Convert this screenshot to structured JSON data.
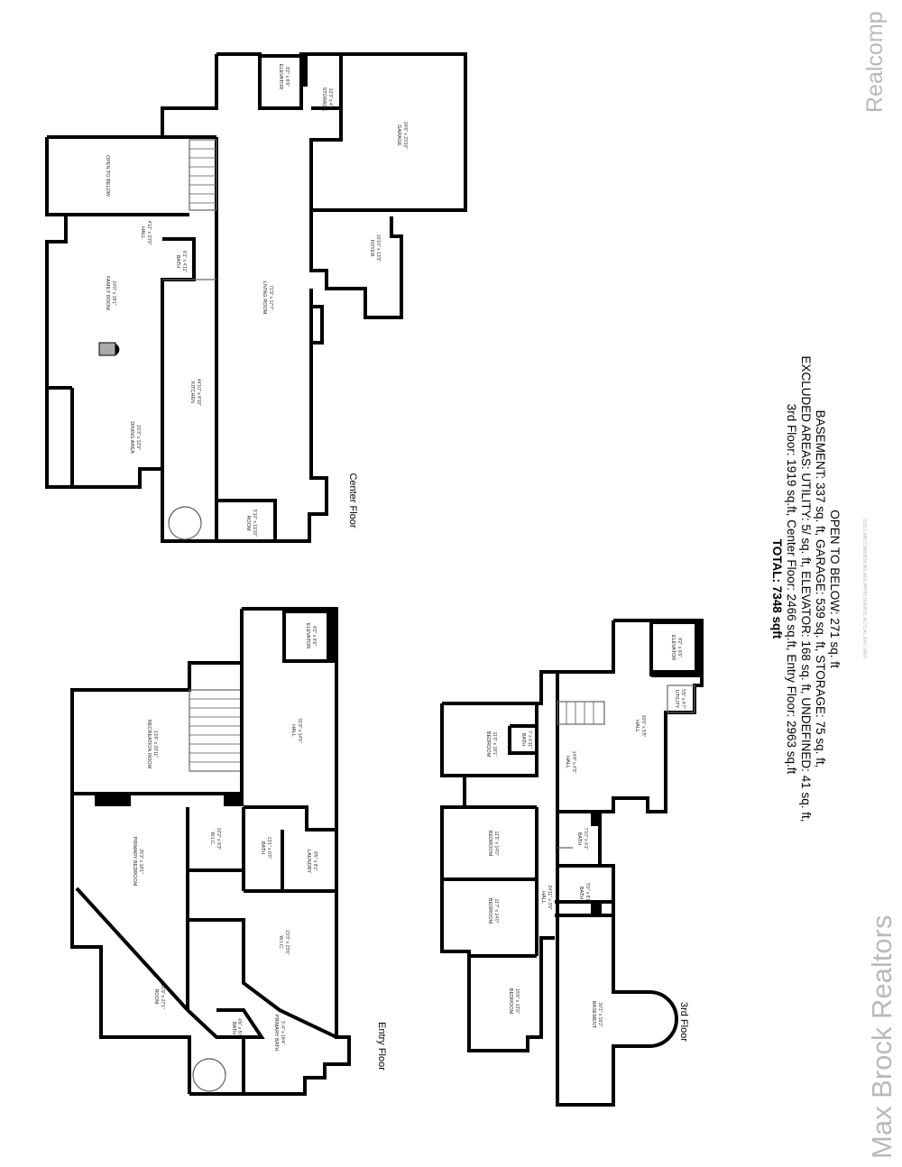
{
  "watermarks": {
    "top_right": "Realcomp",
    "bottom_left": "Max Brock Realtors"
  },
  "floors": {
    "center": "Center Floor",
    "entry": "Entry Floor",
    "third": "3rd Floor"
  },
  "totals": {
    "total": "TOTAL: 7348 sqft",
    "line1": "3rd Floor: 1919 sq.ft, Center Floor: 2466 sq.ft, Entry Floor: 2963 sq.ft",
    "line2": "EXCLUDED AREAS: UTILITY: 5/ sq. ft, ELEVATOR: 168 sq. ft, UNDEFINED: 41 sq. ft,",
    "line3": "BASEMENT: 337 sq. ft, GARAGE: 539 sq. ft, STORAGE: 75 sq. ft,",
    "line4": "OPEN TO BELOW: 271 sq. ft",
    "disclaimer": "SIZES AND DIMENSIONS ARE APPROXIMATE, ACTUAL MAY VARY."
  },
  "center_rooms": {
    "elevator": {
      "name": "ELEVATOR",
      "dim": "8'2\" x 6'6\""
    },
    "storage": {
      "name": "STORAGE",
      "dim": "10'3\" x 4'6\""
    },
    "garage": {
      "name": "GARAGE",
      "dim": "24'6\" x 23'10\""
    },
    "open": {
      "name": "OPEN TO BELOW",
      "dim": ""
    },
    "hall": {
      "name": "HALL",
      "dim": "4'11\" x 23'9\""
    },
    "bath": {
      "name": "BATH",
      "dim": "6'1\" x 4'11\""
    },
    "foyer": {
      "name": "FOYER",
      "dim": "10'10\" x 13'3\""
    },
    "living": {
      "name": "LIVING ROOM",
      "dim": "71'9\" x 17'7\""
    },
    "family": {
      "name": "FAMILY ROOM",
      "dim": "24'0\" x 18'1\""
    },
    "kitchen": {
      "name": "KITCHEN",
      "dim": "44'10\" x 8'10\""
    },
    "dining": {
      "name": "DINING AREA",
      "dim": "15'3\" x 13'9\""
    },
    "room": {
      "name": "ROOM",
      "dim": "5'10\" x 19'10\""
    }
  },
  "entry_rooms": {
    "elevator": {
      "name": "ELEVATOR",
      "dim": "8'2\" x 6'6\""
    },
    "hall": {
      "name": "HALL",
      "dim": "31'9\" x 14'5\""
    },
    "recreation": {
      "name": "RECREATION ROOM",
      "dim": "13'6\" x 29'11\""
    },
    "wic1": {
      "name": "W.I.C.",
      "dim": "10'2\" x 8'3\""
    },
    "bath": {
      "name": "BATH",
      "dim": "13'1\" x 6'0\""
    },
    "laundry": {
      "name": "LAUNDRY",
      "dim": "8'5\" x 8'1\""
    },
    "primary_bed": {
      "name": "PRIMARY BEDROOM",
      "dim": "25'3\" x 18'1\""
    },
    "wic2": {
      "name": "W.I.C.",
      "dim": "23'3\" x 23'6\""
    },
    "room": {
      "name": "ROOM",
      "dim": "16'9\" x 27'1\""
    },
    "bath2": {
      "name": "BATH",
      "dim": "4'6\" x 5'6\""
    },
    "primary_bath": {
      "name": "PRIMARY BATH",
      "dim": "3'-4\" x 18'4\""
    }
  },
  "third_rooms": {
    "elevator": {
      "name": "ELEVATOR",
      "dim": "8'2\" x 6'6\""
    },
    "utility": {
      "name": "UTILITY",
      "dim": "5'9\" x 4'7\""
    },
    "hall_big": {
      "name": "HALL",
      "dim": "30'6\" x 5'5\""
    },
    "bed1": {
      "name": "BEDROOM",
      "dim": "11'0\" x 18'1\""
    },
    "bath1": {
      "name": "BATH",
      "dim": "7' x 6'11\""
    },
    "hall_small": {
      "name": "HALL",
      "dim": "14'8\" x 4'3\""
    },
    "bed2": {
      "name": "BEDROOM",
      "dim": "11'5\" x 14'0\""
    },
    "bath2": {
      "name": "BATH",
      "dim": "7'10\" x 8'1\""
    },
    "hall_mid": {
      "name": "HALL",
      "dim": "24'11\" x 3'9\""
    },
    "bath3": {
      "name": "BATH",
      "dim": "5'0\" x 8'1\""
    },
    "bed3": {
      "name": "BEDROOM",
      "dim": "11'7\" x 14'0\""
    },
    "bed4": {
      "name": "BEDROOM",
      "dim": "15'6\" x 13'9\""
    },
    "basement": {
      "name": "BASEMENT",
      "dim": "30'1\" x 16'2\""
    }
  }
}
